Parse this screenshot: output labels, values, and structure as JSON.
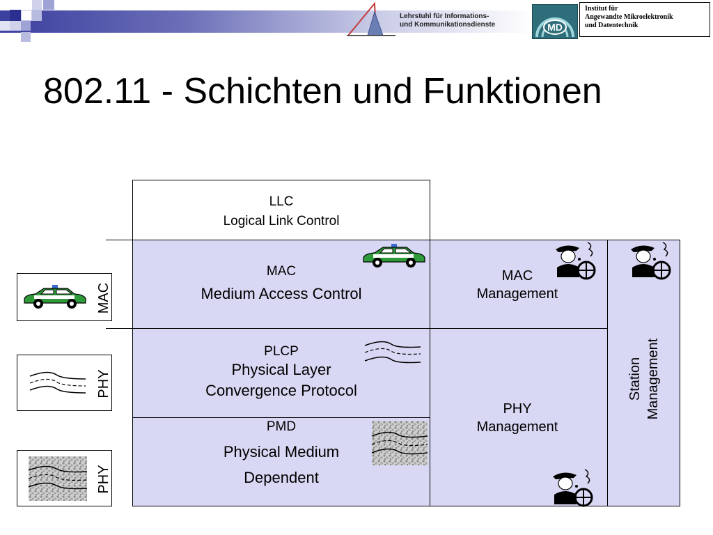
{
  "header": {
    "chair_line1": "Lehrstuhl für Informations-",
    "chair_line2": "und Kommunikationsdienste",
    "md_logo": "MD",
    "institute_line1": "Institut für",
    "institute_line2": "Angewandte Mikroelektronik",
    "institute_line3": "und Datentechnik"
  },
  "title": "802.11 - Schichten und Funktionen",
  "diagram": {
    "llc": {
      "abbr": "LLC",
      "name": "Logical Link Control"
    },
    "mac": {
      "abbr": "MAC",
      "name": "Medium Access Control"
    },
    "plcp": {
      "abbr": "PLCP",
      "name_line1": "Physical Layer",
      "name_line2": "Convergence Protocol"
    },
    "pmd": {
      "abbr": "PMD",
      "name_line1": "Physical Medium",
      "name_line2": "Dependent"
    },
    "mac_management": {
      "line1": "MAC",
      "line2": "Management"
    },
    "phy_management": {
      "line1": "PHY",
      "line2": "Management"
    },
    "station_management": {
      "line1": "Station",
      "line2": "Management"
    },
    "side_labels": {
      "mac": "MAC",
      "phy1": "PHY",
      "phy2": "PHY"
    }
  },
  "colors": {
    "layer_fill": "#d8d8f4",
    "header_bar": "#3b3f9e",
    "car_green": "#2e9a3a",
    "squares_dark": "#2b2f8f",
    "squares_light": "#9fa3d6"
  },
  "icons": [
    "police-car-icon",
    "waveform-icon",
    "gravel-medium-icon",
    "manager-at-wheel-icon"
  ]
}
